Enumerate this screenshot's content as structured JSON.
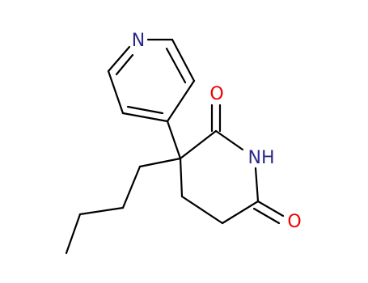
{
  "molecule": {
    "atoms": [
      {
        "id": "n-pyridine",
        "symbol": "N",
        "color": "#2a2a8c"
      },
      {
        "id": "o-upper",
        "symbol": "O",
        "color": "#ee0000"
      },
      {
        "id": "o-lower",
        "symbol": "O",
        "color": "#ee0000"
      },
      {
        "id": "n-imide",
        "symbol": "NH",
        "color": "#2a2a8c"
      }
    ],
    "bond_color": "#000000",
    "background_color": "#ffffff"
  }
}
